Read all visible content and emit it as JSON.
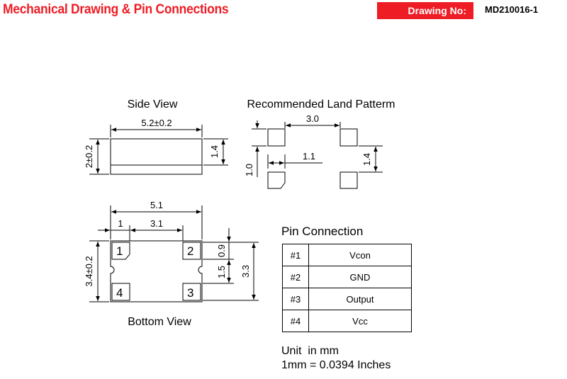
{
  "header": {
    "title": "Mechanical Drawing & Pin Connections",
    "drawing_no_label": "Drawing No:",
    "drawing_no_value": "MD210016-1"
  },
  "side_view": {
    "title": "Side View",
    "width_label": "5.2±0.2",
    "height_label": "2±0.2",
    "inner_height_label": "1.4"
  },
  "land_pattern": {
    "title": "Recommended Land Patterm",
    "pitch_label": "3.0",
    "pad_width_label": "1.1",
    "pad_height_label": "1.0",
    "pad_pitch_label": "1.4"
  },
  "bottom_view": {
    "title": "Bottom View",
    "width_label": "5.1",
    "pad_offset_label": "1",
    "pad_span_label": "3.1",
    "height_label": "3.4±0.2",
    "pad_height_label": "0.9",
    "pad_gap_label": "1.5",
    "pad_total_label": "3.3",
    "pads": [
      "1",
      "2",
      "3",
      "4"
    ]
  },
  "pin_connection": {
    "title": "Pin Connection",
    "rows": [
      {
        "pin": "#1",
        "name": "Vcon"
      },
      {
        "pin": "#2",
        "name": "GND"
      },
      {
        "pin": "#3",
        "name": "Output"
      },
      {
        "pin": "#4",
        "name": "Vcc"
      }
    ]
  },
  "units": {
    "line1": "Unit  in mm",
    "line2": "1mm = 0.0394 Inches"
  }
}
